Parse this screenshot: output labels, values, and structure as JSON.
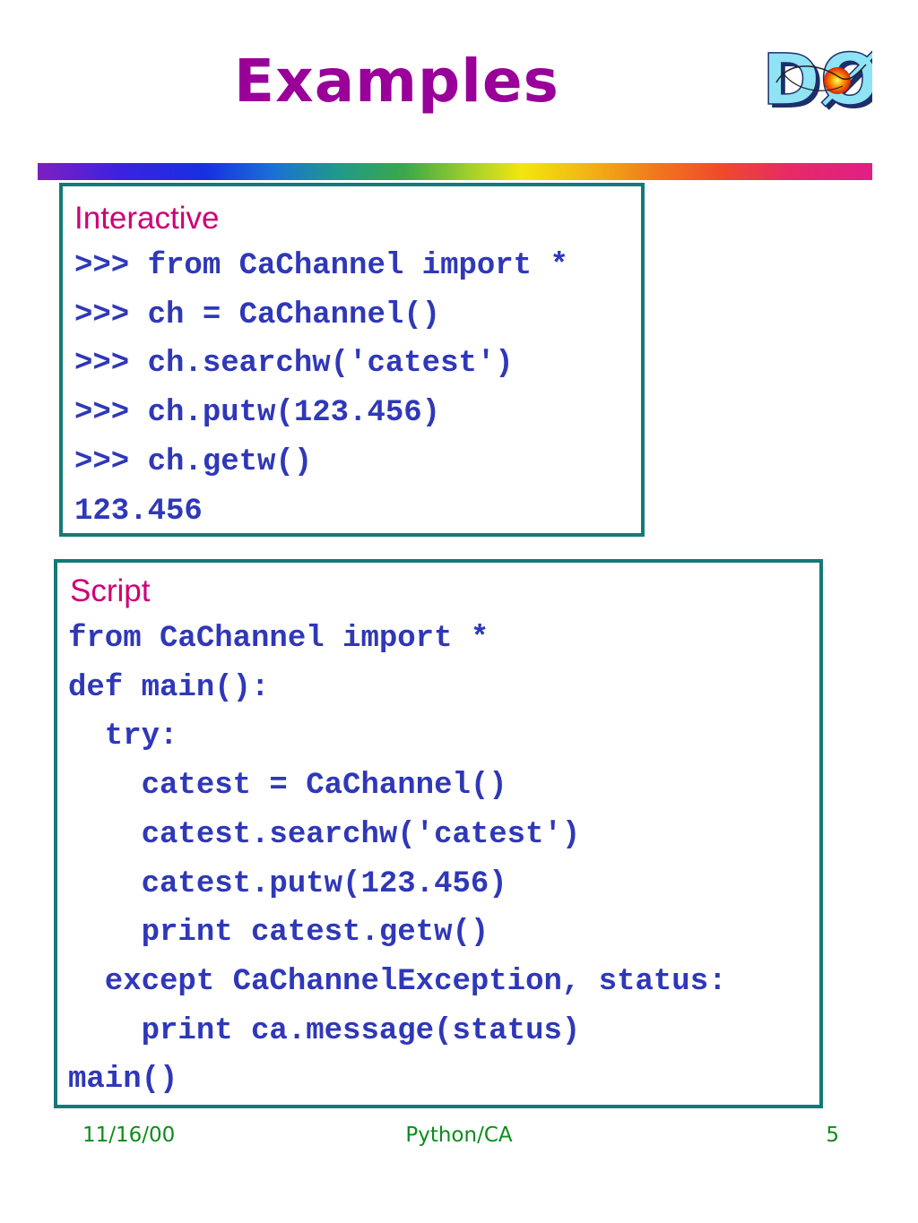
{
  "slide": {
    "title": "Examples",
    "logo_text": "DØ",
    "interactive": {
      "heading": "Interactive",
      "lines": [
        ">>> from CaChannel import *",
        ">>> ch = CaChannel()",
        ">>> ch.searchw('catest')",
        ">>> ch.putw(123.456)",
        ">>> ch.getw()",
        "123.456"
      ]
    },
    "script": {
      "heading": "Script",
      "lines": [
        "from CaChannel import *",
        "def main():",
        "  try:",
        "    catest = CaChannel()",
        "    catest.searchw('catest')",
        "    catest.putw(123.456)",
        "    print catest.getw()",
        "  except CaChannelException, status:",
        "    print ca.message(status)",
        "main()"
      ]
    }
  },
  "footer": {
    "date": "11/16/00",
    "title": "Python/CA",
    "page": "5"
  },
  "colors": {
    "title": "#990099",
    "heading": "#cc0077",
    "code": "#2f38b8",
    "border": "#127a78",
    "footer": "#0d8c1a"
  }
}
